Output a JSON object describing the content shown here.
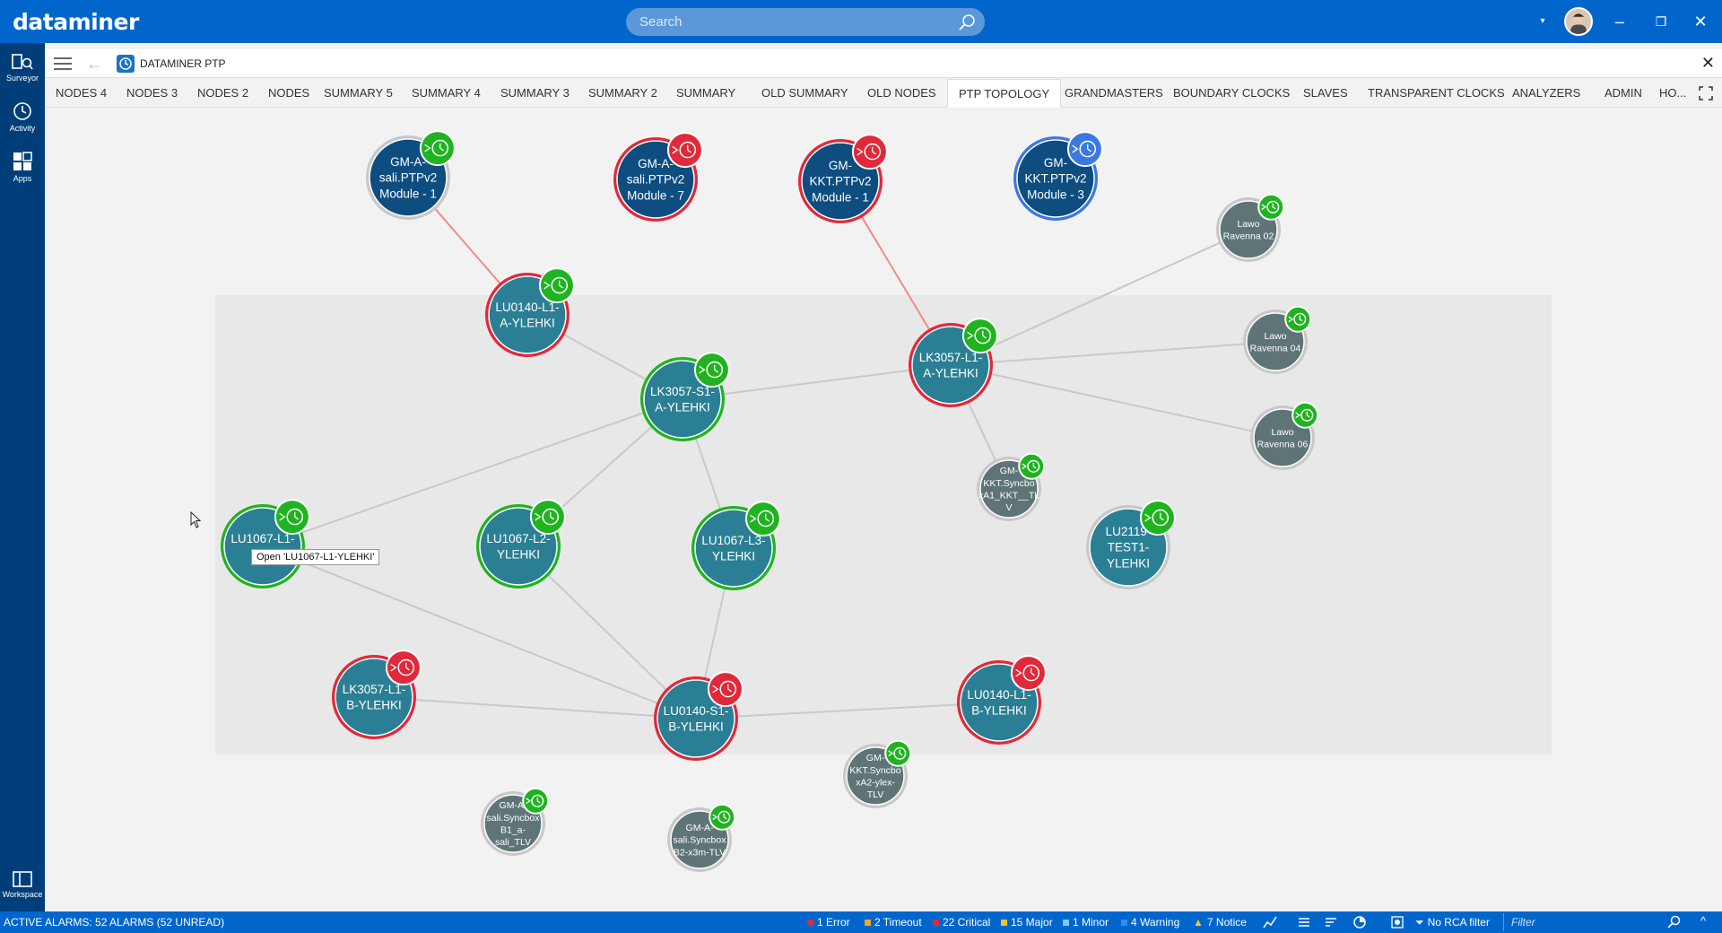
{
  "header": {
    "logo": "dataminer",
    "search_placeholder": "Search"
  },
  "leftnav": {
    "items": [
      {
        "label": "Surveyor"
      },
      {
        "label": "Activity"
      },
      {
        "label": "Apps"
      },
      {
        "label": "Workspace"
      }
    ]
  },
  "card": {
    "title": "DATAMINER PTP"
  },
  "tabs": [
    {
      "label": "NODES 4"
    },
    {
      "label": "NODES 3"
    },
    {
      "label": "NODES 2"
    },
    {
      "label": "NODES"
    },
    {
      "label": "SUMMARY 5"
    },
    {
      "label": "SUMMARY 4"
    },
    {
      "label": "SUMMARY 3"
    },
    {
      "label": "SUMMARY 2"
    },
    {
      "label": "SUMMARY"
    },
    {
      "label": "OLD SUMMARY"
    },
    {
      "label": "OLD NODES"
    },
    {
      "label": "PTP TOPOLOGY"
    },
    {
      "label": "GRANDMASTERS"
    },
    {
      "label": "BOUNDARY CLOCKS"
    },
    {
      "label": "SLAVES"
    },
    {
      "label": "TRANSPARENT CLOCKS"
    },
    {
      "label": "ANALYZERS"
    },
    {
      "label": "ADMIN"
    },
    {
      "label": "HO..."
    }
  ],
  "active_tab": "PTP TOPOLOGY",
  "topology": {
    "nodes": [
      {
        "id": "gm1",
        "lines": [
          "GM-A-",
          "sali.PTPv2",
          "Module - 1"
        ],
        "ring": "#c8c8c8",
        "fill": "#0d4d80",
        "badge": "#1fb41f"
      },
      {
        "id": "gm7",
        "lines": [
          "GM-A-",
          "sali.PTPv2",
          "Module - 7"
        ],
        "ring": "#e0293a",
        "fill": "#0d4d80",
        "badge": "#e0293a"
      },
      {
        "id": "gmk1",
        "lines": [
          "GM-",
          "KKT.PTPv2",
          "Module - 1"
        ],
        "ring": "#e0293a",
        "fill": "#0d4d80",
        "badge": "#e0293a"
      },
      {
        "id": "gmk3",
        "lines": [
          "GM-",
          "KKT.PTPv2",
          "Module - 3"
        ],
        "ring": "#3b78e0",
        "fill": "#0d4d80",
        "badge": "#3b78e0"
      },
      {
        "id": "lr02",
        "lines": [
          "Lawo",
          "Ravenna 02"
        ],
        "ring": "#c8c8c8",
        "fill": "#5f7476",
        "badge": "#1fb41f"
      },
      {
        "id": "lr04",
        "lines": [
          "Lawo",
          "Ravenna 04"
        ],
        "ring": "#c8c8c8",
        "fill": "#5f7476",
        "badge": "#1fb41f"
      },
      {
        "id": "lr06",
        "lines": [
          "Lawo",
          "Ravenna 06"
        ],
        "ring": "#c8c8c8",
        "fill": "#5f7476",
        "badge": "#1fb41f"
      },
      {
        "id": "lu140a",
        "lines": [
          "LU0140-L1-",
          "A-YLEHKI"
        ],
        "ring": "#e0293a",
        "fill": "#2b7f95",
        "badge": "#1fb41f"
      },
      {
        "id": "lk3057s1a",
        "lines": [
          "LK3057-S1-",
          "A-YLEHKI"
        ],
        "ring": "#1fb41f",
        "fill": "#2b7f95",
        "badge": "#1fb41f"
      },
      {
        "id": "lk3057l1a",
        "lines": [
          "LK3057-L1-",
          "A-YLEHKI"
        ],
        "ring": "#e0293a",
        "fill": "#2b7f95",
        "badge": "#1fb41f"
      },
      {
        "id": "gmkktsync1",
        "lines": [
          "GM-",
          "KKT.Syncbo",
          "xA1_KKT__TL",
          "V"
        ],
        "ring": "#c8c8c8",
        "fill": "#5f7476",
        "badge": "#1fb41f"
      },
      {
        "id": "lu1067l1",
        "lines": [
          "LU1067-L1-",
          "Y"
        ],
        "ring": "#1fb41f",
        "fill": "#2b7f95",
        "badge": "#1fb41f"
      },
      {
        "id": "lu1067l2",
        "lines": [
          "LU1067-L2-",
          "YLEHKI"
        ],
        "ring": "#1fb41f",
        "fill": "#2b7f95",
        "badge": "#1fb41f"
      },
      {
        "id": "lu1067l3",
        "lines": [
          "LU1067-L3-",
          "YLEHKI"
        ],
        "ring": "#1fb41f",
        "fill": "#2b7f95",
        "badge": "#1fb41f"
      },
      {
        "id": "lu2119",
        "lines": [
          "LU2119-",
          "TEST1-",
          "YLEHKI"
        ],
        "ring": "#c8c8c8",
        "fill": "#2b7f95",
        "badge": "#1fb41f"
      },
      {
        "id": "lk3057l1b",
        "lines": [
          "LK3057-L1-",
          "B-YLEHKI"
        ],
        "ring": "#e0293a",
        "fill": "#2b7f95",
        "badge": "#e0293a"
      },
      {
        "id": "lu140s1b",
        "lines": [
          "LU0140-S1-",
          "B-YLEHKI"
        ],
        "ring": "#e0293a",
        "fill": "#2b7f95",
        "badge": "#e0293a"
      },
      {
        "id": "lu140l1b",
        "lines": [
          "LU0140-L1-",
          "B-YLEHKI"
        ],
        "ring": "#e0293a",
        "fill": "#2b7f95",
        "badge": "#e0293a"
      },
      {
        "id": "gmkktsync2",
        "lines": [
          "GM-",
          "KKT.Syncbo",
          "xA2-ylex-",
          "TLV"
        ],
        "ring": "#c8c8c8",
        "fill": "#5f7476",
        "badge": "#1fb41f"
      },
      {
        "id": "gmasalib1",
        "lines": [
          "GM-A-",
          "sali.Syncbox",
          "B1_a-",
          "sali_TLV"
        ],
        "ring": "#c8c8c8",
        "fill": "#5f7476",
        "badge": "#1fb41f"
      },
      {
        "id": "gmasalib2",
        "lines": [
          "GM-A-",
          "sali.Syncbox",
          "B2-x3m-TLV"
        ],
        "ring": "#c8c8c8",
        "fill": "#5f7476",
        "badge": "#1fb41f"
      }
    ],
    "links": [
      {
        "from": "gm1",
        "to": "lu140a",
        "color": "#f08a8a"
      },
      {
        "from": "gmk1",
        "to": "lk3057l1a",
        "color": "#f08a8a"
      },
      {
        "from": "lu140a",
        "to": "lk3057s1a",
        "color": "#c9c9c9"
      },
      {
        "from": "lk3057s1a",
        "to": "lk3057l1a",
        "color": "#c9c9c9"
      },
      {
        "from": "lk3057l1a",
        "to": "lr02",
        "color": "#c9c9c9"
      },
      {
        "from": "lk3057l1a",
        "to": "lr04",
        "color": "#c9c9c9"
      },
      {
        "from": "lk3057l1a",
        "to": "lr06",
        "color": "#c9c9c9"
      },
      {
        "from": "lk3057l1a",
        "to": "gmkktsync1",
        "color": "#c9c9c9"
      },
      {
        "from": "lk3057s1a",
        "to": "lu1067l1",
        "color": "#c9c9c9"
      },
      {
        "from": "lk3057s1a",
        "to": "lu1067l2",
        "color": "#c9c9c9"
      },
      {
        "from": "lk3057s1a",
        "to": "lu1067l3",
        "color": "#c9c9c9"
      },
      {
        "from": "lu1067l1",
        "to": "lu140s1b",
        "color": "#c9c9c9"
      },
      {
        "from": "lu1067l2",
        "to": "lu140s1b",
        "color": "#c9c9c9"
      },
      {
        "from": "lu1067l3",
        "to": "lu140s1b",
        "color": "#c9c9c9"
      },
      {
        "from": "lk3057l1b",
        "to": "lu140s1b",
        "color": "#c9c9c9"
      },
      {
        "from": "lu140s1b",
        "to": "lu140l1b",
        "color": "#c9c9c9"
      }
    ]
  },
  "tooltip": "Open 'LU1067-L1-YLEHKI'",
  "statusbar": {
    "alarms": "ACTIVE ALARMS: 52 ALARMS (52 UNREAD)",
    "stats": [
      {
        "label": "1 Error",
        "color": "#e0293a"
      },
      {
        "label": "2 Timeout",
        "color": "#f5a623"
      },
      {
        "label": "22 Critical",
        "color": "#e0293a"
      },
      {
        "label": "15 Major",
        "color": "#f5c518"
      },
      {
        "label": "1 Minor",
        "color": "#7ecbf5"
      },
      {
        "label": "4 Warning",
        "color": "#2f8cf0"
      },
      {
        "label": "7 Notice",
        "color": "#f5c518"
      }
    ],
    "rca": "No RCA filter",
    "filter_placeholder": "Filter"
  },
  "colors": {
    "brand": "#0066cc",
    "nav": "#003e7a"
  }
}
